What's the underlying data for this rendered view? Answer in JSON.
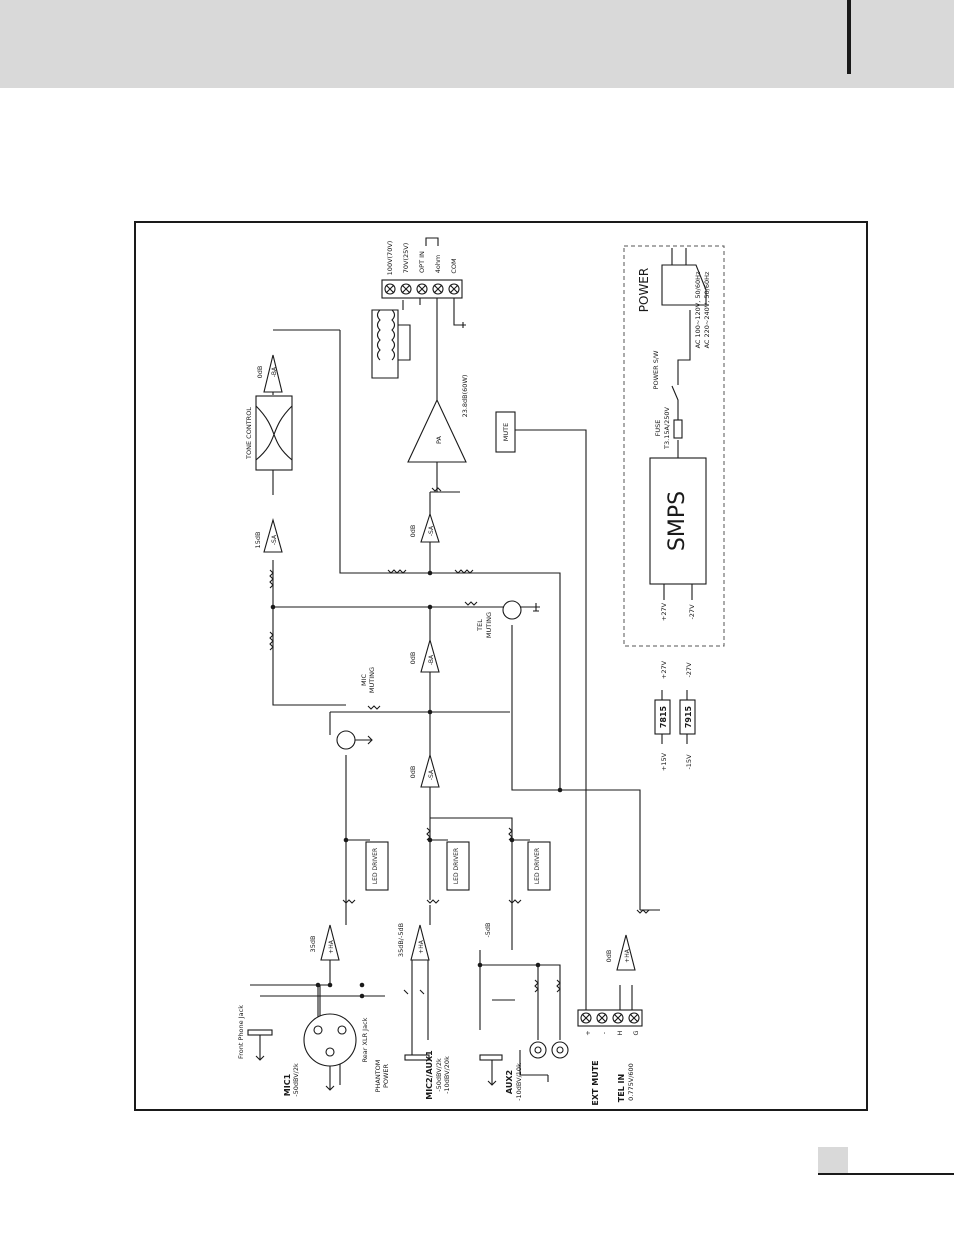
{
  "diagram": {
    "inputs": {
      "mic1": {
        "title": "MIC1",
        "spec": "-50dBV/2k"
      },
      "front_jack": "Front Phone Jack",
      "rear_xlr": "Rear XLR Jack",
      "phantom": [
        "PHANTOM",
        "POWER"
      ],
      "mic2": {
        "title": "MIC2/AUX1",
        "spec1": "-50dBV/2k",
        "spec2": "-10dBV/20k"
      },
      "aux2": {
        "title": "AUX2",
        "spec": "-10dBV/10k"
      },
      "ext_mute": "EXT MUTE",
      "tel_in": {
        "title": "TEL IN",
        "spec": "0.775V/600"
      },
      "terminal_labels": [
        "+",
        "-",
        "H",
        "G"
      ]
    },
    "gains": {
      "mic1": "35dB",
      "mic2": "35dB/-5dB",
      "aux2": "-5dB",
      "tel": "0dB",
      "sa_lower": "0dB",
      "ba_mid": "0dB",
      "sa_pa": "0dB",
      "sa_tone": "15dB",
      "ba_top": "0dB",
      "pa_power": "23.8dB(60W)"
    },
    "amps": {
      "ha": "+HA",
      "sa": "-SA",
      "ba": "-BA",
      "pa": "PA"
    },
    "blocks": {
      "led_driver": "LED DRIVER",
      "tone": "TONE CONTROL",
      "mute": "MUTE",
      "mic_muting": [
        "MIC",
        "MUTING"
      ],
      "tel_muting": [
        "TEL",
        "MUTING"
      ]
    },
    "outputs": {
      "taps": [
        "100V(70V)",
        "70V(25V)",
        "OPT IN",
        "4ohm",
        "COM"
      ]
    },
    "regulators": {
      "r1": {
        "chip": "7815",
        "in": "+27V",
        "out": "+15V"
      },
      "r2": {
        "chip": "7915",
        "in": "-27V",
        "out": "-15V"
      }
    },
    "power": {
      "title": "POWER",
      "smps": "SMPS",
      "fuse": "FUSE",
      "fuse_rating": "T3.15A/250V",
      "switch": "POWER S/W",
      "ac1": "AC 100~120V, 50/60Hz",
      "ac2": "AC 220~240V, 50/60Hz",
      "rails": [
        "+27V",
        "-27V"
      ]
    }
  }
}
